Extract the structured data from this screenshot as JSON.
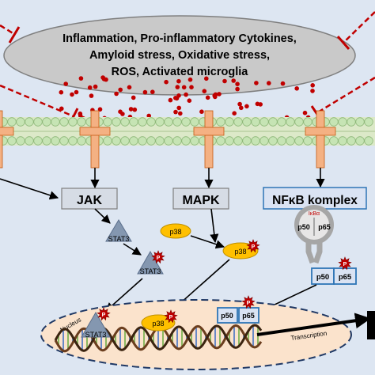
{
  "cloud": {
    "line1": "Inflammation, Pro-inflammatory Cytokines,",
    "line2": "Amyloid stress, Oxidative stress,",
    "line3": "ROS, Activated microglia"
  },
  "pathways": {
    "jak": "JAK",
    "mapk": "MAPK",
    "nfkb": "NFκB komplex"
  },
  "molecules": {
    "stat3": "STAT3",
    "p38": "p38",
    "p50": "p50",
    "p65": "p65",
    "ikba": "IκBα",
    "phospho": "P"
  },
  "nucleus": {
    "label": "Nucleus",
    "transcription": "Transcription"
  },
  "colors": {
    "background": "#dde6f2",
    "membrane_bead": "#c6e4b4",
    "receptor": "#f4b183",
    "cloud": "#c9c9c9",
    "ros_dot": "#c00000",
    "inhibition": "#c00000",
    "stat3": "#8497b0",
    "p38": "#ffc000",
    "nucleus": "#fbe3cc",
    "box_border": "#2e75b6"
  }
}
